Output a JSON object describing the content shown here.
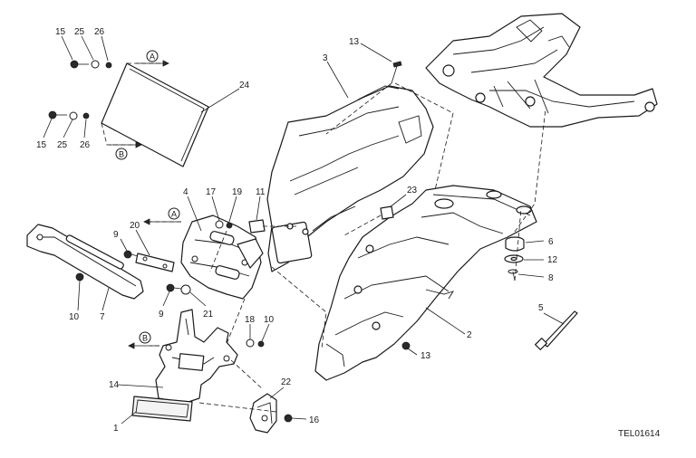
{
  "diagram": {
    "title": "Rear mudguard / license plate holder exploded view",
    "drawing_code": "TEL01614",
    "callouts": {
      "c1": "1",
      "c2": "2",
      "c3": "3",
      "c4": "4",
      "c5": "5",
      "c6": "6",
      "c7": "7",
      "c8": "8",
      "c9a": "9",
      "c9b": "9",
      "c10a": "10",
      "c10b": "10",
      "c11": "11",
      "c12": "12",
      "c13a": "13",
      "c13b": "13",
      "c14": "14",
      "c15a": "15",
      "c15b": "15",
      "c16": "16",
      "c17": "17",
      "c18": "18",
      "c19": "19",
      "c20": "20",
      "c21": "21",
      "c22": "22",
      "c23": "23",
      "c24": "24",
      "c25a": "25",
      "c25b": "25",
      "c26a": "26",
      "c26b": "26"
    },
    "refs": {
      "A1": "A",
      "A2": "A",
      "B1": "B",
      "B2": "B"
    }
  }
}
